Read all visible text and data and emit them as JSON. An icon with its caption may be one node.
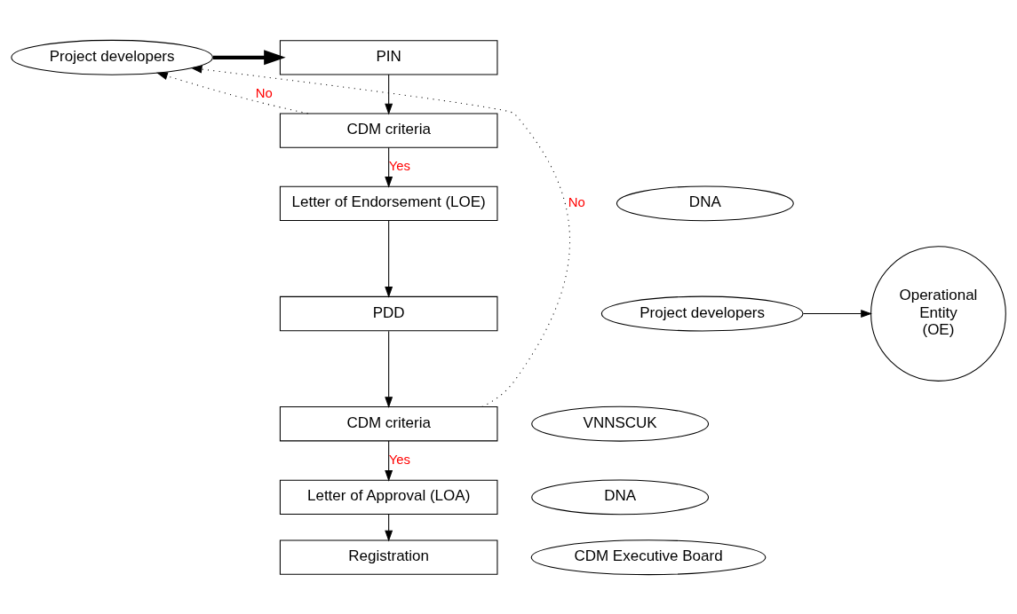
{
  "diagram": {
    "nodes": [
      {
        "text": [
          "Project developers"
        ]
      },
      {
        "text": [
          "PIN"
        ]
      },
      {
        "text": [
          "CDM criteria"
        ]
      },
      {
        "text": [
          "DNA"
        ]
      },
      {
        "text": [
          "Letter of Endorsement (LOE)"
        ]
      },
      {
        "text": [
          "Operational Entity (OE)"
        ]
      },
      {
        "text": [
          "Project developers"
        ]
      },
      {
        "text": [
          "PDD"
        ]
      },
      {
        "text": [
          "VNNSCUK"
        ]
      },
      {
        "text": [
          "CDM criteria"
        ]
      },
      {
        "text": [
          "DNA"
        ]
      },
      {
        "text": [
          "Letter of Approval (LOA)"
        ]
      },
      {
        "text": [
          "CDM Executive Board"
        ]
      },
      {
        "text": [
          "Registration"
        ]
      }
    ],
    "edges": [
      {
        "from": 0,
        "to": 1,
        "arrow": "to",
        "style": "thick"
      },
      {
        "from": 1,
        "to": 2,
        "arrow": "to"
      },
      {
        "from": 2,
        "to": 0,
        "arrow": "to",
        "label": "No",
        "style": "dashed"
      },
      {
        "from": 2,
        "to": 4,
        "arrow": "to",
        "label": "Yes"
      },
      {
        "from": 4,
        "to": 7,
        "arrow": "to"
      },
      {
        "from": 6,
        "to": 5,
        "arrow": "to"
      },
      {
        "from": 7,
        "to": 9,
        "arrow": "to"
      },
      {
        "from": 9,
        "to": 0,
        "arrow": "to",
        "label": "No",
        "style": "dashed"
      },
      {
        "from": 9,
        "to": 11,
        "arrow": "to",
        "label": "Yes"
      },
      {
        "from": 11,
        "to": 13,
        "arrow": "to"
      }
    ]
  }
}
